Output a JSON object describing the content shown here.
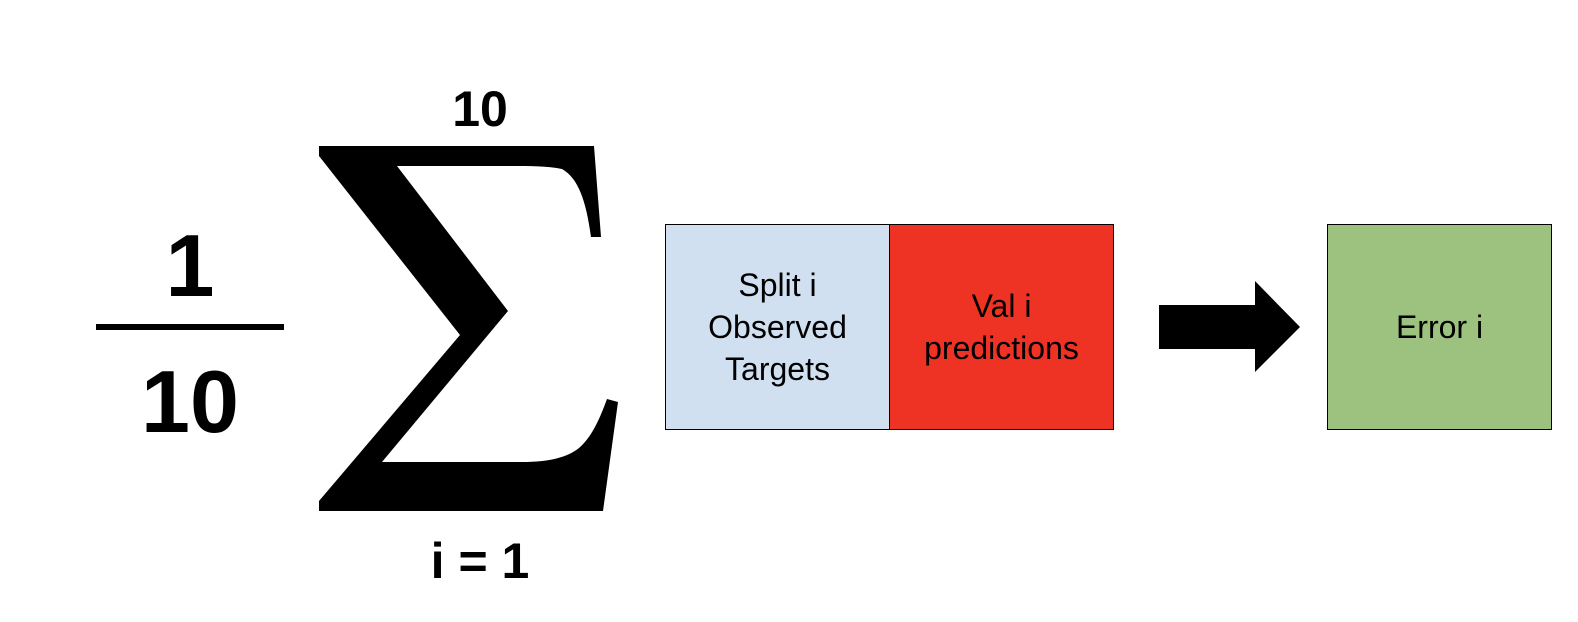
{
  "formula": {
    "numerator": "1",
    "denominator": "10",
    "sum_upper": "10",
    "sum_lower": "i = 1"
  },
  "boxes": {
    "split": {
      "lines": [
        "Split i",
        "Observed",
        "Targets"
      ],
      "color": "#d0e0f0"
    },
    "val": {
      "lines": [
        "Val i",
        "predictions"
      ],
      "color": "#ee3224"
    },
    "error": {
      "lines": [
        "Error i"
      ],
      "color": "#9dc17f"
    }
  },
  "icons": {
    "sigma": "summation-icon",
    "arrow": "arrow-right-icon"
  }
}
